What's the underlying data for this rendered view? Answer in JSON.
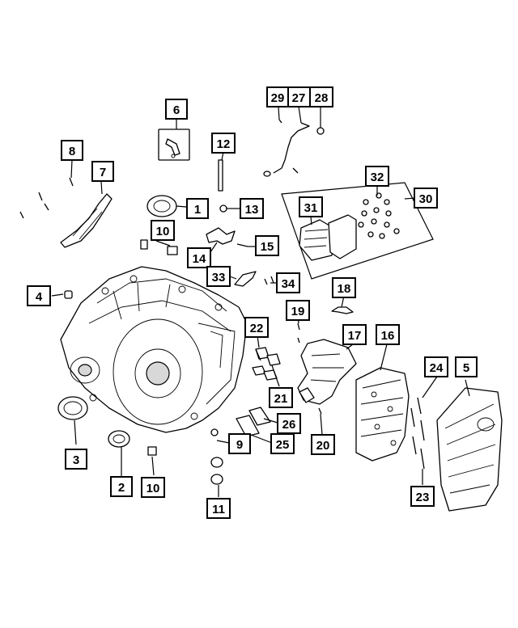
{
  "diagram": {
    "callouts": [
      {
        "id": "c1",
        "label": "1"
      },
      {
        "id": "c2",
        "label": "2"
      },
      {
        "id": "c3",
        "label": "3"
      },
      {
        "id": "c4",
        "label": "4"
      },
      {
        "id": "c5",
        "label": "5"
      },
      {
        "id": "c6",
        "label": "6"
      },
      {
        "id": "c7",
        "label": "7"
      },
      {
        "id": "c8",
        "label": "8"
      },
      {
        "id": "c9",
        "label": "9"
      },
      {
        "id": "c10a",
        "label": "10"
      },
      {
        "id": "c10b",
        "label": "10"
      },
      {
        "id": "c11",
        "label": "11"
      },
      {
        "id": "c12",
        "label": "12"
      },
      {
        "id": "c13",
        "label": "13"
      },
      {
        "id": "c14",
        "label": "14"
      },
      {
        "id": "c15",
        "label": "15"
      },
      {
        "id": "c16",
        "label": "16"
      },
      {
        "id": "c17",
        "label": "17"
      },
      {
        "id": "c18",
        "label": "18"
      },
      {
        "id": "c19",
        "label": "19"
      },
      {
        "id": "c20",
        "label": "20"
      },
      {
        "id": "c21",
        "label": "21"
      },
      {
        "id": "c22",
        "label": "22"
      },
      {
        "id": "c23",
        "label": "23"
      },
      {
        "id": "c24",
        "label": "24"
      },
      {
        "id": "c25",
        "label": "25"
      },
      {
        "id": "c26",
        "label": "26"
      },
      {
        "id": "c27",
        "label": "27"
      },
      {
        "id": "c28",
        "label": "28"
      },
      {
        "id": "c29",
        "label": "29"
      },
      {
        "id": "c30",
        "label": "30"
      },
      {
        "id": "c31",
        "label": "31"
      },
      {
        "id": "c32",
        "label": "32"
      },
      {
        "id": "c33",
        "label": "33"
      },
      {
        "id": "c34",
        "label": "34"
      }
    ]
  }
}
